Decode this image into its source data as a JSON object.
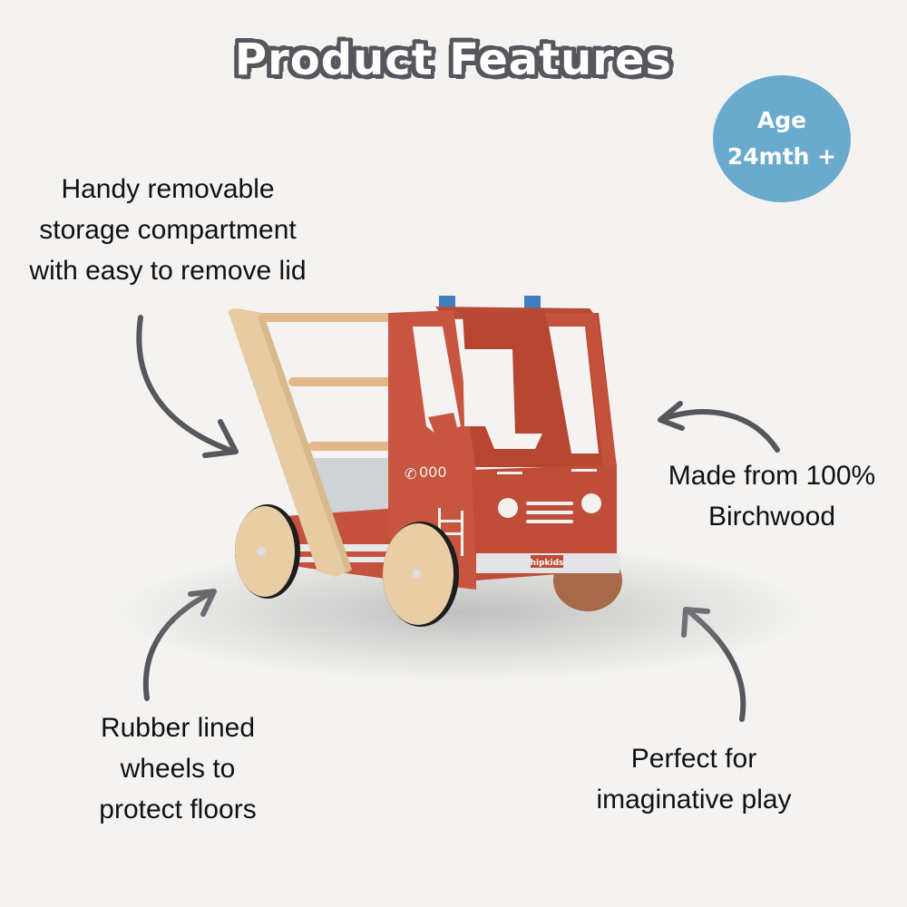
{
  "title": "Product Features",
  "age_badge": {
    "line1": "Age",
    "line2": "24mth +",
    "color": "#6aaacc"
  },
  "features": [
    {
      "id": "storage",
      "lines": [
        "Handy removable",
        "storage compartment",
        "with easy to remove lid"
      ]
    },
    {
      "id": "birchwood",
      "lines": [
        "Made from 100%",
        "Birchwood"
      ]
    },
    {
      "id": "wheels",
      "lines": [
        "Rubber lined",
        "wheels to",
        "protect floors"
      ]
    },
    {
      "id": "play",
      "lines": [
        "Perfect for",
        "imaginative play"
      ]
    }
  ],
  "product": {
    "name": "fire truck walker toy",
    "phone_marking": "000",
    "brand_plate": "hipkids",
    "colors": {
      "body": "#c4513c",
      "wood": "#e6cba3",
      "light": "#3f7fc0"
    }
  },
  "arrow_color": "#56565c"
}
